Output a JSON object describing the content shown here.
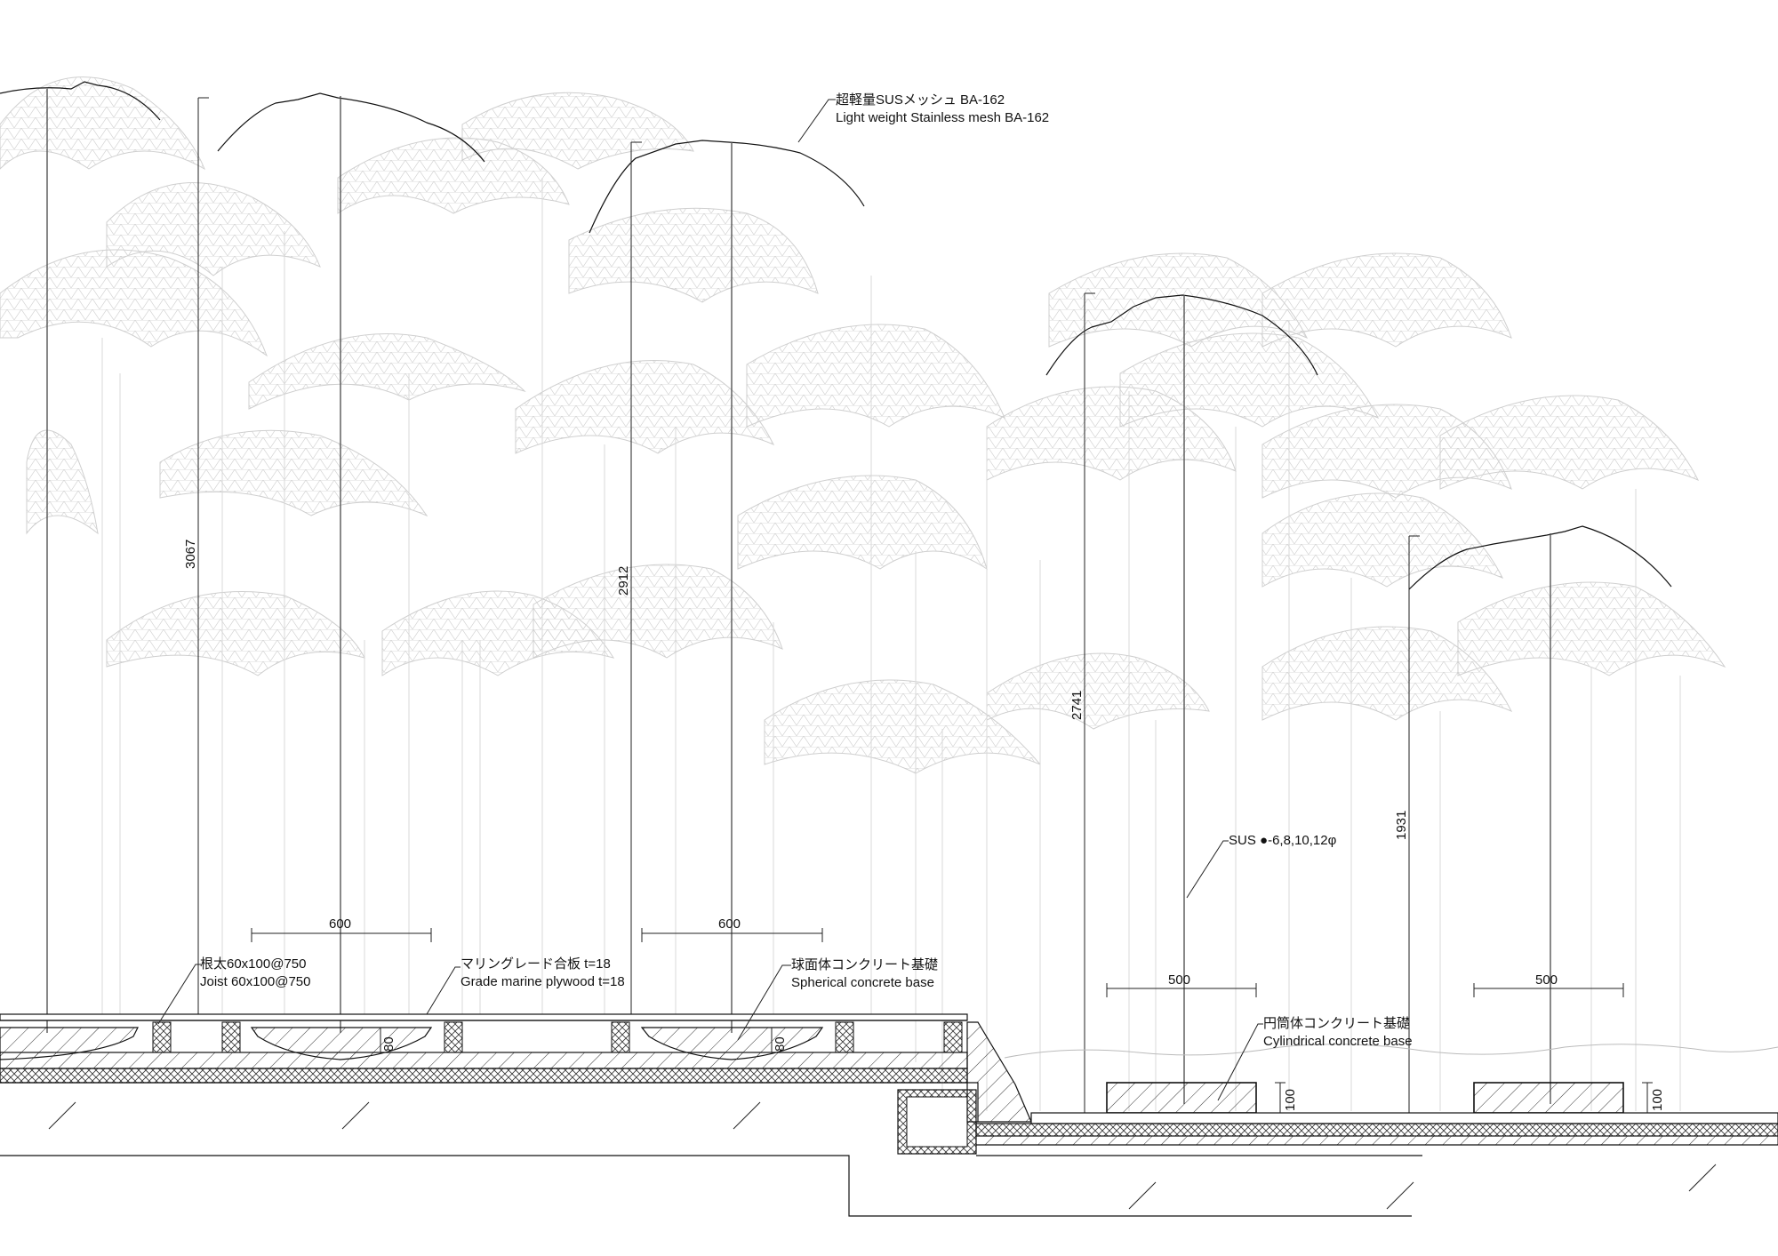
{
  "labels": {
    "mesh_jp": "超軽量SUSメッシュ BA-162",
    "mesh_en": "Light weight Stainless mesh BA-162",
    "joist_jp": "根太60x100@750",
    "joist_en": "Joist 60x100@750",
    "plywood_jp": "マリングレード合板 t=18",
    "plywood_en": "Grade marine plywood t=18",
    "spherical_jp": "球面体コンクリート基礎",
    "spherical_en": "Spherical concrete base",
    "rod": "SUS ●-6,8,10,12φ",
    "cylindrical_jp": "円筒体コンクリート基礎",
    "cylindrical_en": "Cylindrical concrete base"
  },
  "dimensions": {
    "h1": "3067",
    "h2": "2912",
    "h3": "2741",
    "h4": "1931",
    "w_spherical_1": "600",
    "w_spherical_2": "600",
    "w_cyl_1": "500",
    "w_cyl_2": "500",
    "t_spherical_1": "80",
    "t_spherical_2": "80",
    "t_cyl_1": "100",
    "t_cyl_2": "100"
  }
}
